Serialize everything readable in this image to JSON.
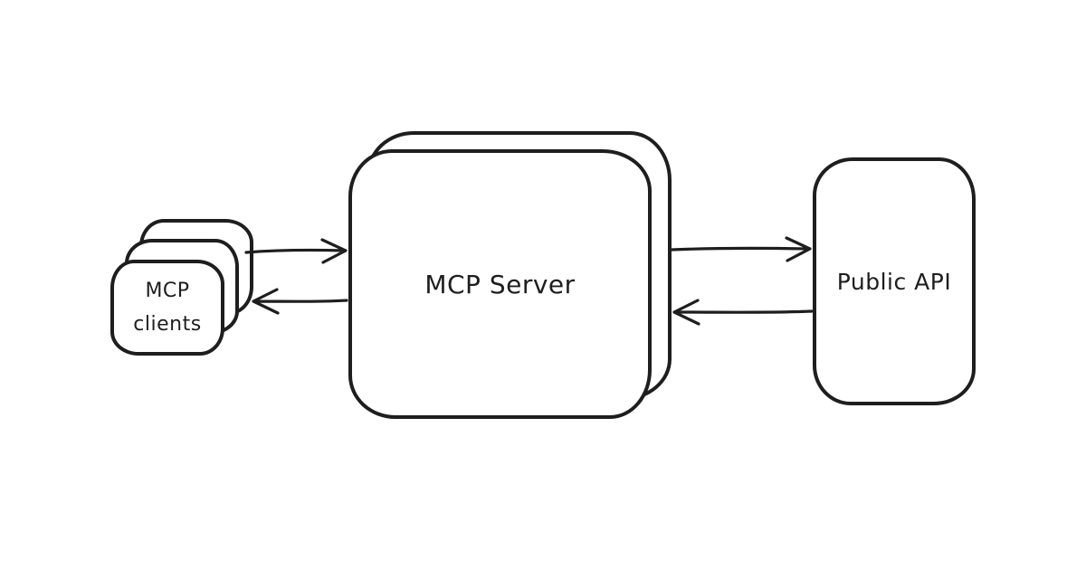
{
  "canvas": {
    "background": "#ffffff",
    "stroke_color": "#1e1e1e",
    "style": "hand-drawn"
  },
  "nodes": {
    "mcp_clients": {
      "label": "MCP\nclients",
      "shape": "stacked-cards",
      "card_count": 3
    },
    "mcp_server": {
      "label": "MCP Server",
      "shape": "double-layer-rounded-box"
    },
    "public_api": {
      "label": "Public API",
      "shape": "rounded-box"
    }
  },
  "edges": [
    {
      "from": "mcp_clients",
      "to": "mcp_server",
      "arrowhead": "open-chevron"
    },
    {
      "from": "mcp_server",
      "to": "mcp_clients",
      "arrowhead": "open-chevron"
    },
    {
      "from": "mcp_server",
      "to": "public_api",
      "arrowhead": "open-chevron"
    },
    {
      "from": "public_api",
      "to": "mcp_server",
      "arrowhead": "open-chevron"
    }
  ]
}
